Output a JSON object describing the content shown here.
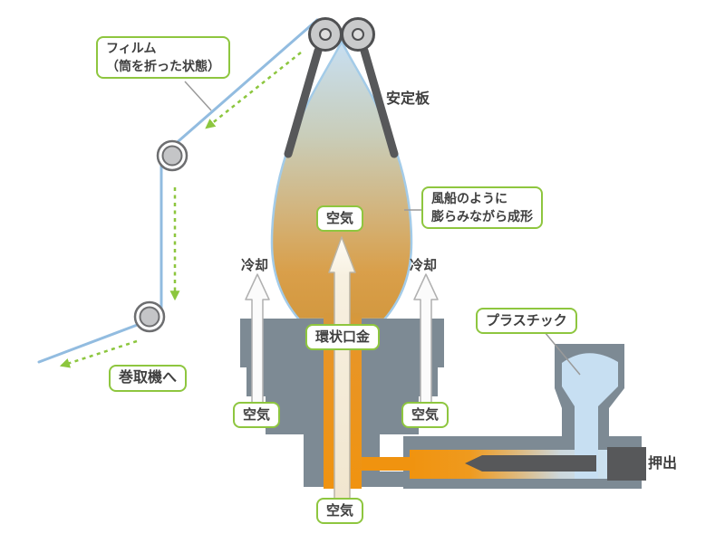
{
  "diagram": {
    "labels": {
      "film": {
        "line1": "フィルム",
        "line2": "（筒を折った状態）"
      },
      "stabilizer_plate": "安定板",
      "balloon_note": {
        "line1": "風船のように",
        "line2": "膨らみながら成形"
      },
      "air_center": "空気",
      "cooling_left": "冷却",
      "cooling_right": "冷却",
      "annular_die": "環状口金",
      "air_left": "空気",
      "air_right": "空気",
      "air_bottom": "空気",
      "plastic": "プラスチック",
      "to_winder": "巻取機へ",
      "extrusion": "押出"
    },
    "colors": {
      "label_border_green": "#8ec63f",
      "dashed_arrow_green": "#8cc63e",
      "film_line_blue": "#92bce0",
      "machine_gray": "#7d8a94",
      "dark_gray": "#57585a",
      "melt_orange": "#f0930f",
      "pellet_blue": "#c7dff2",
      "air_tube_cream": "#f5edda",
      "bubble_top_blue": "#c7dff2",
      "bubble_bottom_orange": "#d99f4a",
      "text_color": "#3f3f3f"
    }
  }
}
